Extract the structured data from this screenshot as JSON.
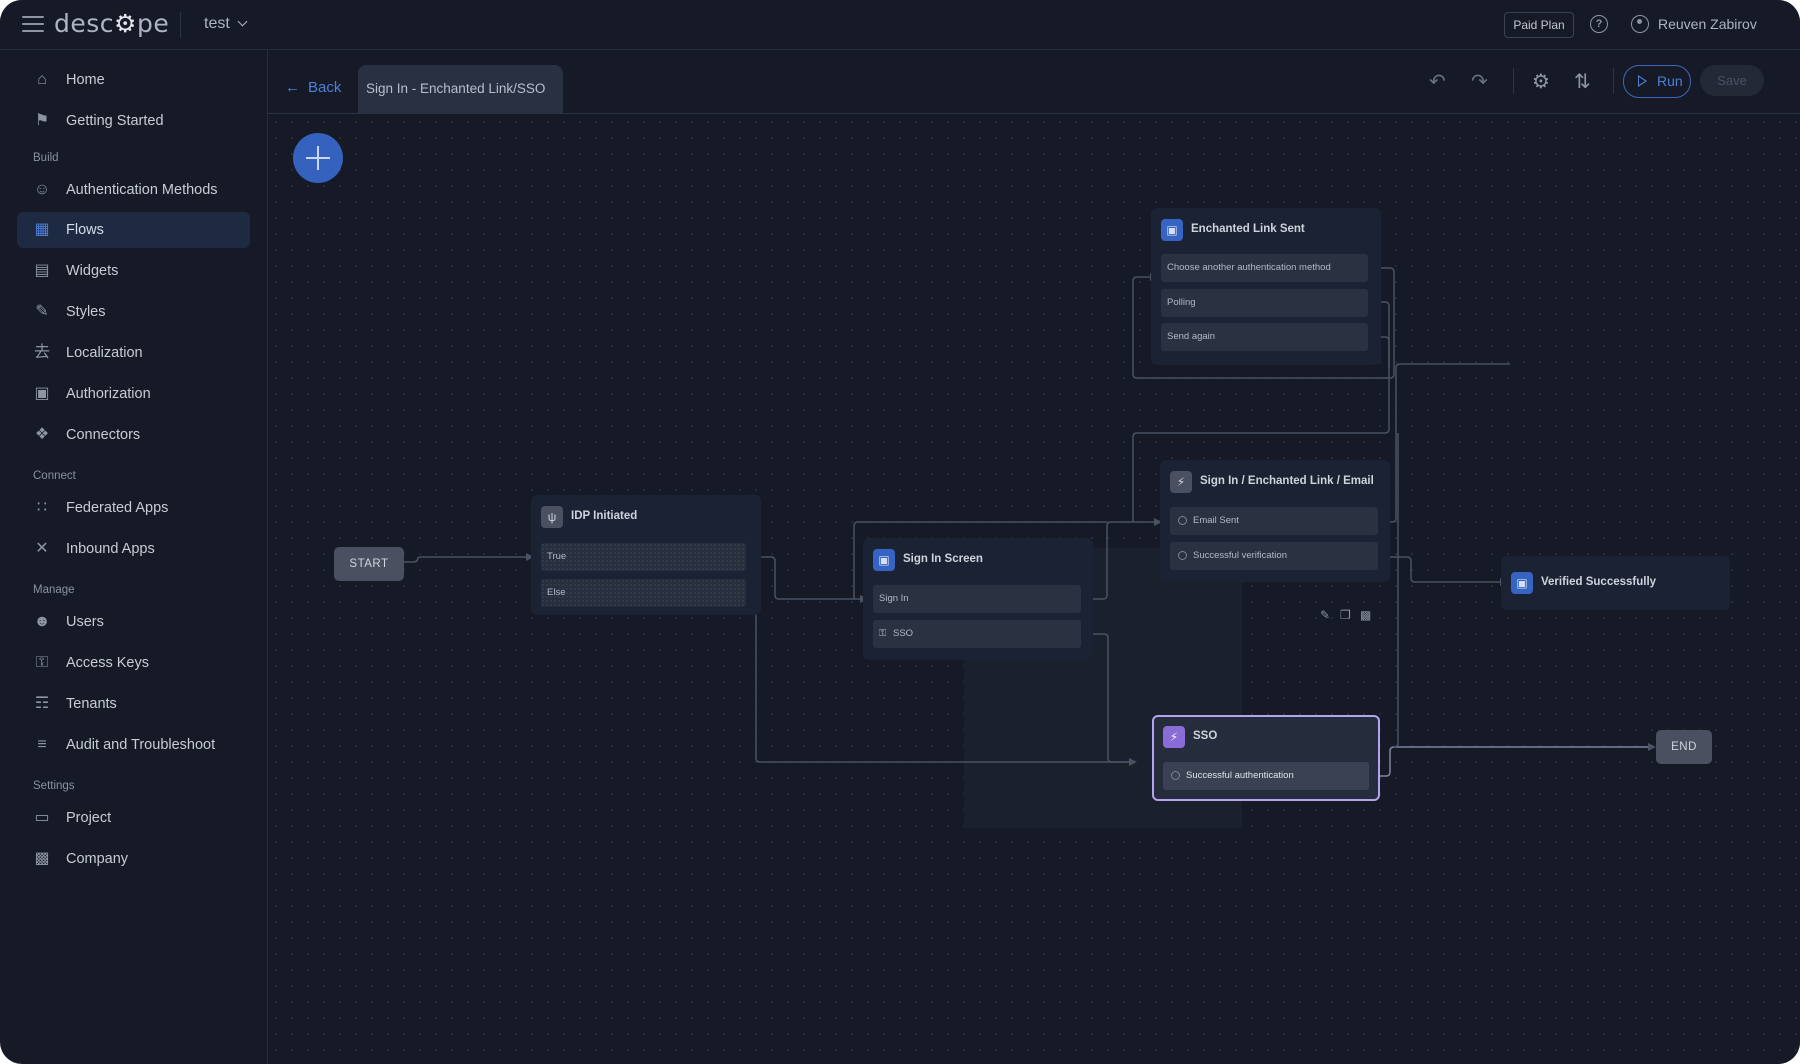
{
  "brand": {
    "logo_text_a": "desc",
    "logo_text_b": "pe",
    "accent": "#3561bf"
  },
  "topbar": {
    "project_name": "test",
    "plan_badge": "Paid Plan",
    "help_icon": "question-circle-icon",
    "user_name": "Reuven Zabirov"
  },
  "sidebar": {
    "top_items": [
      {
        "label": "Home",
        "icon": "home-icon"
      },
      {
        "label": "Getting Started",
        "icon": "flag-icon"
      }
    ],
    "sections": [
      {
        "title": "Build",
        "items": [
          {
            "label": "Authentication Methods",
            "icon": "user-check-icon"
          },
          {
            "label": "Flows",
            "icon": "flows-icon",
            "active": true
          },
          {
            "label": "Widgets",
            "icon": "widgets-icon"
          },
          {
            "label": "Styles",
            "icon": "brush-icon"
          },
          {
            "label": "Localization",
            "icon": "translate-icon"
          },
          {
            "label": "Authorization",
            "icon": "lock-icon"
          },
          {
            "label": "Connectors",
            "icon": "puzzle-icon"
          }
        ]
      },
      {
        "title": "Connect",
        "items": [
          {
            "label": "Federated Apps",
            "icon": "grid-icon"
          },
          {
            "label": "Inbound Apps",
            "icon": "plug-icon"
          }
        ]
      },
      {
        "title": "Manage",
        "items": [
          {
            "label": "Users",
            "icon": "users-icon"
          },
          {
            "label": "Access Keys",
            "icon": "key-icon"
          },
          {
            "label": "Tenants",
            "icon": "tenants-icon"
          },
          {
            "label": "Audit and Troubleshoot",
            "icon": "list-icon"
          }
        ]
      },
      {
        "title": "Settings",
        "items": [
          {
            "label": "Project",
            "icon": "folder-icon"
          },
          {
            "label": "Company",
            "icon": "building-icon"
          }
        ]
      }
    ]
  },
  "flow_toolbar": {
    "back_label": "Back",
    "flow_name": "Sign In - Enchanted Link/SSO",
    "run_label": "Run",
    "save_label": "Save"
  },
  "canvas": {
    "start_label": "START",
    "end_label": "END",
    "nodes": {
      "idp": {
        "title": "IDP Initiated",
        "rows": [
          "True",
          "Else"
        ]
      },
      "signin_screen": {
        "title": "Sign In Screen",
        "rows": [
          "Sign In",
          "SSO"
        ]
      },
      "enchanted_sent": {
        "title": "Enchanted Link Sent",
        "rows": [
          "Choose another authentication method",
          "Polling",
          "Send again"
        ]
      },
      "signin_email": {
        "title": "Sign In / Enchanted Link / Email",
        "rows": [
          "Email Sent",
          "Successful verification"
        ]
      },
      "verified": {
        "title": "Verified Successfully"
      },
      "sso": {
        "title": "SSO",
        "rows": [
          "Successful authentication"
        ]
      }
    }
  }
}
